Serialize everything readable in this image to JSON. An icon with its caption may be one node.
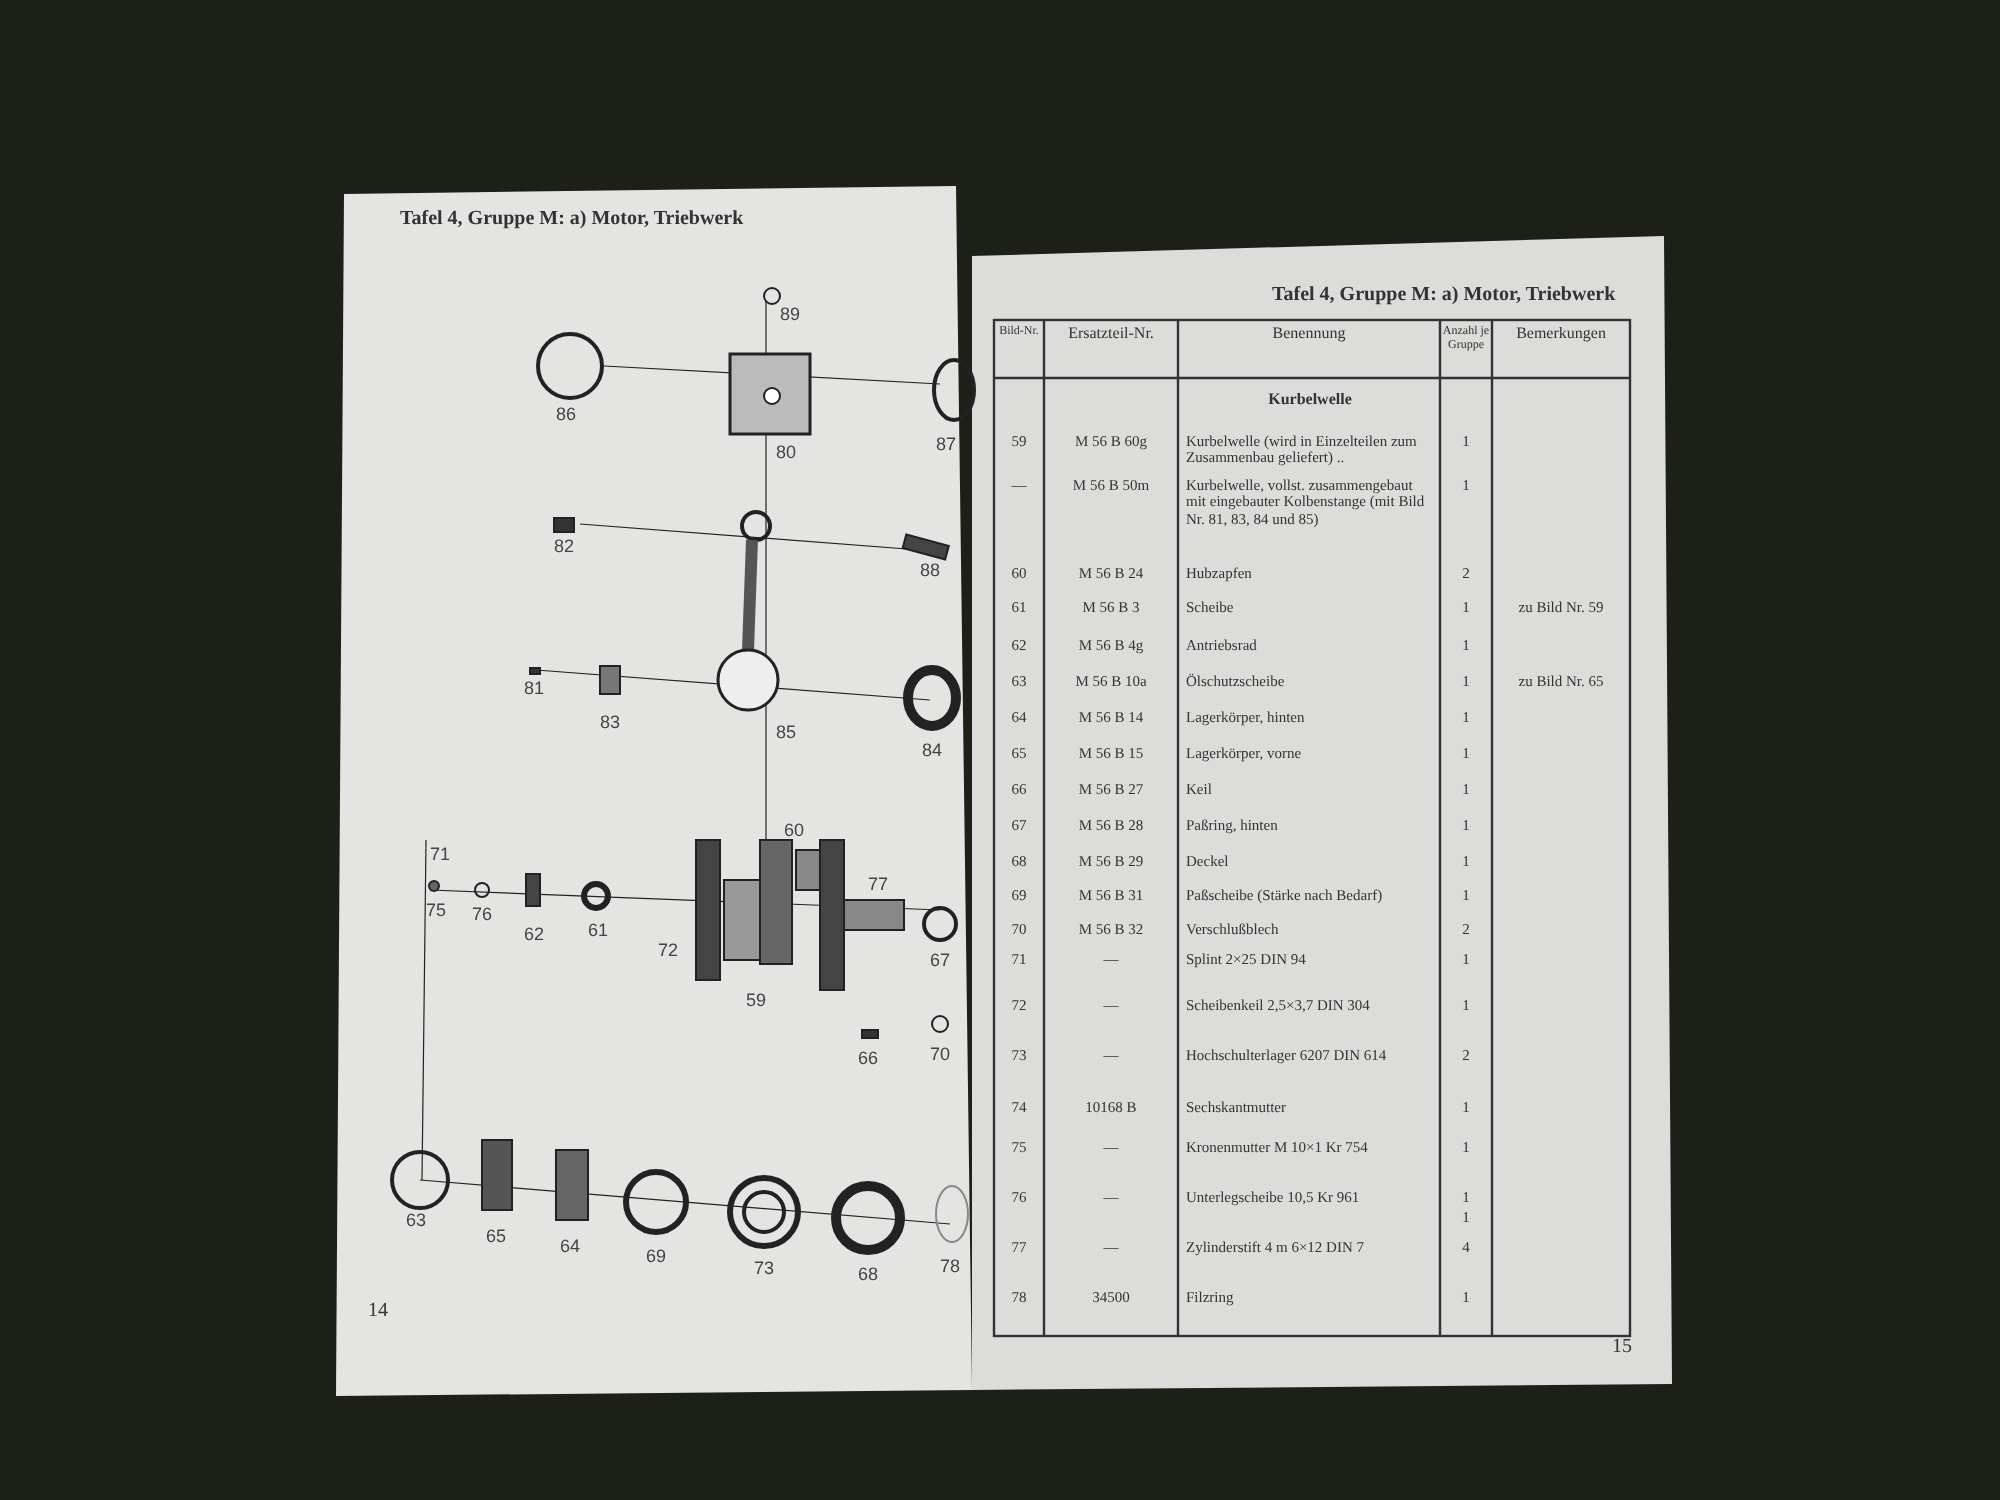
{
  "diagram": {
    "labels": [
      "Tafel 4, Gruppe M: a) Motor, Triebwerk",
      "89",
      "86",
      "80",
      "87",
      "82",
      "88",
      "81",
      "83",
      "85",
      "84",
      "60",
      "71",
      "75",
      "76",
      "62",
      "61",
      "72",
      "77",
      "59",
      "67",
      "66",
      "70",
      "63",
      "65",
      "64",
      "69",
      "73",
      "68",
      "78",
      "14",
      "Tafel 4, Gruppe M: a) Motor, Triebwerk",
      "Bild-Nr.",
      "Ersatzteil-Nr.",
      "Benennung",
      "Anzahl je Gruppe",
      "Bemerkungen",
      "Kurbelwelle",
      "59",
      "M 56 B 60g",
      "Kurbelwelle (wird in Einzelteilen zum Zusammenbau geliefert) ..",
      "1",
      "—",
      "M 56 B 50m",
      "Kurbelwelle, vollst. zusammengebaut mit eingebauter Kolbenstange (mit Bild Nr. 81, 83, 84 und 85)",
      "1",
      "60",
      "M 56 B 24",
      "Hubzapfen",
      "2",
      "61",
      "M 56 B 3",
      "Scheibe",
      "1",
      "zu Bild Nr. 59",
      "62",
      "M 56 B 4g",
      "Antriebsrad",
      "1",
      "63",
      "M 56 B 10a",
      "Ölschutzscheibe",
      "1",
      "zu Bild Nr. 65",
      "64",
      "M 56 B 14",
      "Lagerkörper, hinten",
      "1",
      "65",
      "M 56 B 15",
      "Lagerkörper, vorne",
      "1",
      "66",
      "M 56 B 27",
      "Keil",
      "1",
      "67",
      "M 56 B 28",
      "Paßring, hinten",
      "1",
      "68",
      "M 56 B 29",
      "Deckel",
      "1",
      "69",
      "M 56 B 31",
      "Paßscheibe (Stärke nach Bedarf)",
      "1",
      "70",
      "M 56 B 32",
      "Verschlußblech",
      "2",
      "71",
      "—",
      "Splint 2×25 DIN 94",
      "1",
      "72",
      "—",
      "Scheibenkeil 2,5×3,7 DIN 304",
      "1",
      "73",
      "—",
      "Hochschulterlager 6207 DIN 614",
      "2",
      "74",
      "10168 B",
      "Sechskantmutter",
      "1",
      "75",
      "—",
      "Kronenmutter M 10×1 Kr 754",
      "1",
      "76",
      "—",
      "Unterlegscheibe 10,5 Kr 961",
      "1",
      "1",
      "77",
      "—",
      "Zylinderstift 4 m 6×12 DIN 7",
      "4",
      "78",
      "34500",
      "Filzring",
      "1",
      "15"
    ]
  }
}
